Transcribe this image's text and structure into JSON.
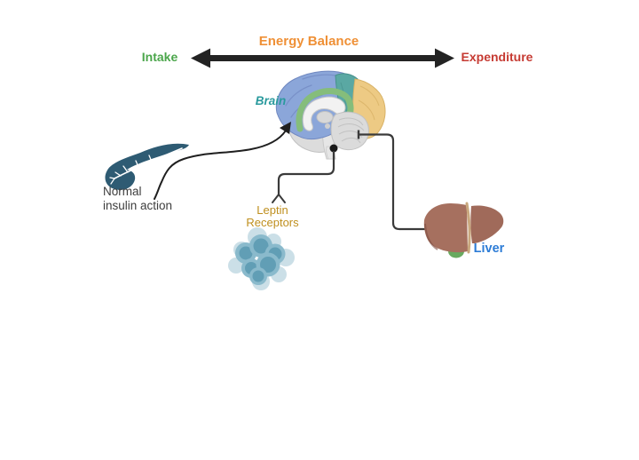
{
  "figure": {
    "header": {
      "title": "Energy Balance",
      "intake_label": "Intake",
      "expenditure_label": "Expenditure"
    },
    "labels": {
      "brain": "Brain",
      "insulin_line1": "Normal",
      "insulin_line2": "insulin action",
      "leptin_line1": "Leptin",
      "leptin_line2": "Receptors",
      "liver": "Liver"
    },
    "illustrations": [
      "brain-sagittal-illustration",
      "pancreas-illustration",
      "adipocyte-cluster-illustration",
      "liver-illustration"
    ]
  },
  "colors": {
    "title_orange": "#ef9036",
    "intake_green": "#4ba64b",
    "expenditure_red": "#c63b33",
    "arrow_black": "#232323",
    "connector_gray": "#3a3a3a",
    "text_dark": "#3d3d3d",
    "leptin_gold": "#bf8f1e",
    "brain_label_teal": "#2a9a9d",
    "liver_label_blue": "#2d7cd6",
    "brain_blue": "#8ba6d9",
    "brain_blue_line": "#7088c0",
    "brain_teal": "#5aa8a3",
    "brain_teal_line": "#47918c",
    "brain_yellow": "#edca84",
    "brain_yellow_line": "#d8b266",
    "brain_green": "#85bd7b",
    "brain_gray": "#dedede",
    "brain_gray_line": "#c2c2c2",
    "pancreas_teal": "#2e5b73",
    "fat_light": "#c6dce5",
    "fat_ring": "#8abacc",
    "fat_core": "#619eb5",
    "liver_main": "#a6705f",
    "liver_right": "#a06a5a",
    "liver_edge": "#7f4d41",
    "liver_ligament": "#c9a87e",
    "gallbladder_green": "#68aa5f"
  }
}
